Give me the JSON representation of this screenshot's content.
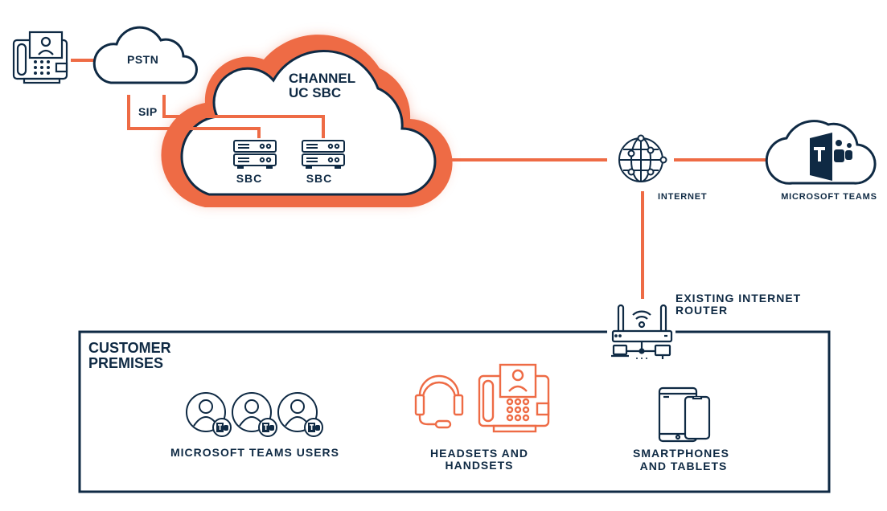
{
  "colors": {
    "navy": "#0f2a44",
    "orange": "#ee6b45",
    "white": "#ffffff"
  },
  "nodes": {
    "desk_phone": {
      "icon": "desk-phone-icon"
    },
    "pstn": {
      "label": "PSTN",
      "icon": "cloud-icon"
    },
    "sip": {
      "label": "SIP"
    },
    "channel_cloud": {
      "label_line1": "CHANNEL",
      "label_line2": "UC SBC",
      "icon": "cloud-icon"
    },
    "sbc_1": {
      "label": "SBC",
      "icon": "server-icon"
    },
    "sbc_2": {
      "label": "SBC",
      "icon": "server-icon"
    },
    "internet": {
      "label": "INTERNET",
      "icon": "globe-network-icon"
    },
    "microsoft_teams": {
      "label": "MICROSOFT TEAMS",
      "icon": "teams-cloud-icon"
    },
    "router": {
      "label_line1": "EXISTING INTERNET",
      "label_line2": "ROUTER",
      "icon": "wifi-router-icon"
    }
  },
  "customer_premises": {
    "title_line1": "CUSTOMER",
    "title_line2": "PREMISES",
    "groups": [
      {
        "label": "MICROSOFT TEAMS USERS",
        "icon": "teams-user-icon",
        "count": 3
      },
      {
        "label_line1": "HEADSETS AND",
        "label_line2": "HANDSETS",
        "icons": [
          "headset-icon",
          "desk-phone-icon"
        ]
      },
      {
        "label_line1": "SMARTPHONES",
        "label_line2": "AND TABLETS",
        "icons": [
          "tablet-icon",
          "smartphone-icon"
        ]
      }
    ]
  },
  "connections": [
    {
      "from": "desk_phone",
      "to": "pstn"
    },
    {
      "from": "pstn",
      "to": "sbc_1",
      "label": "SIP"
    },
    {
      "from": "pstn",
      "to": "sbc_2",
      "label": "SIP"
    },
    {
      "from": "channel_cloud",
      "to": "internet"
    },
    {
      "from": "internet",
      "to": "microsoft_teams"
    },
    {
      "from": "internet",
      "to": "router"
    }
  ]
}
